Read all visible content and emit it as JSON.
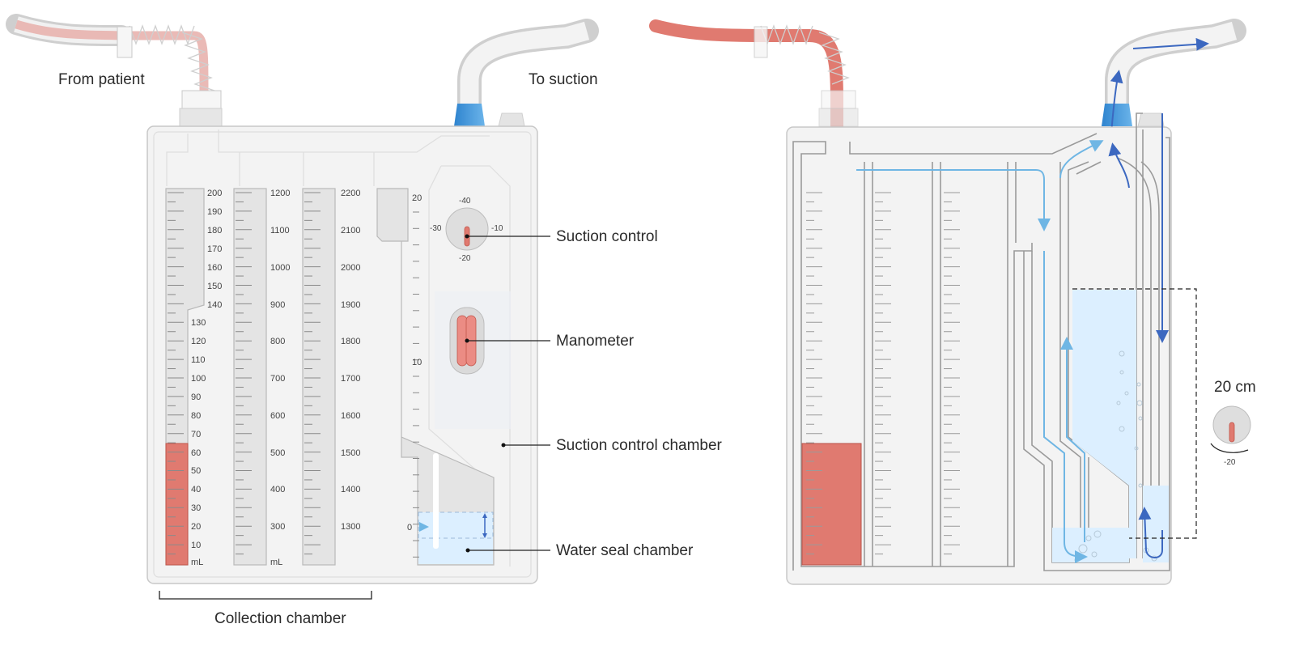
{
  "title": "Chest drainage system: labeled components and fluid/air flow",
  "colors": {
    "fluid_red": "#e07a70",
    "tube_red": "#e8a09a",
    "water_blue": "#dcefff",
    "connector_blue": "#3b8fd6",
    "flow_light_blue": "#6fb6e4",
    "flow_dark_blue": "#3c68c0",
    "chamber_gray": "#f3f3f3"
  },
  "left_diagram": {
    "labels": {
      "from_patient": "From patient",
      "to_suction": "To suction",
      "suction_control": "Suction control",
      "manometer": "Manometer",
      "suction_control_chamber": "Suction control chamber",
      "water_seal_chamber": "Water seal chamber",
      "collection_chamber": "Collection chamber"
    },
    "collection_columns": [
      {
        "name": "column-1",
        "scale": [
          "200",
          "190",
          "180",
          "170",
          "160",
          "150",
          "140",
          "130",
          "120",
          "110",
          "100",
          "90",
          "80",
          "70",
          "60",
          "50",
          "40",
          "30",
          "20",
          "10",
          "mL"
        ]
      },
      {
        "name": "column-2",
        "scale": [
          "1200",
          "1100",
          "1000",
          "900",
          "800",
          "700",
          "600",
          "500",
          "400",
          "300",
          "mL"
        ]
      },
      {
        "name": "column-3",
        "scale": [
          "2200",
          "2100",
          "2000",
          "1900",
          "1800",
          "1700",
          "1600",
          "1500",
          "1400",
          "1300"
        ]
      }
    ],
    "collected_fluid_ml": 65,
    "water_seal_scale": [
      "20",
      "10",
      "0"
    ],
    "suction_dial": {
      "marks": [
        "-40",
        "-10",
        "-20",
        "-30"
      ],
      "setting": "-20"
    }
  },
  "right_diagram": {
    "water_column_label": "20 cm",
    "dial_setting": "-20"
  }
}
